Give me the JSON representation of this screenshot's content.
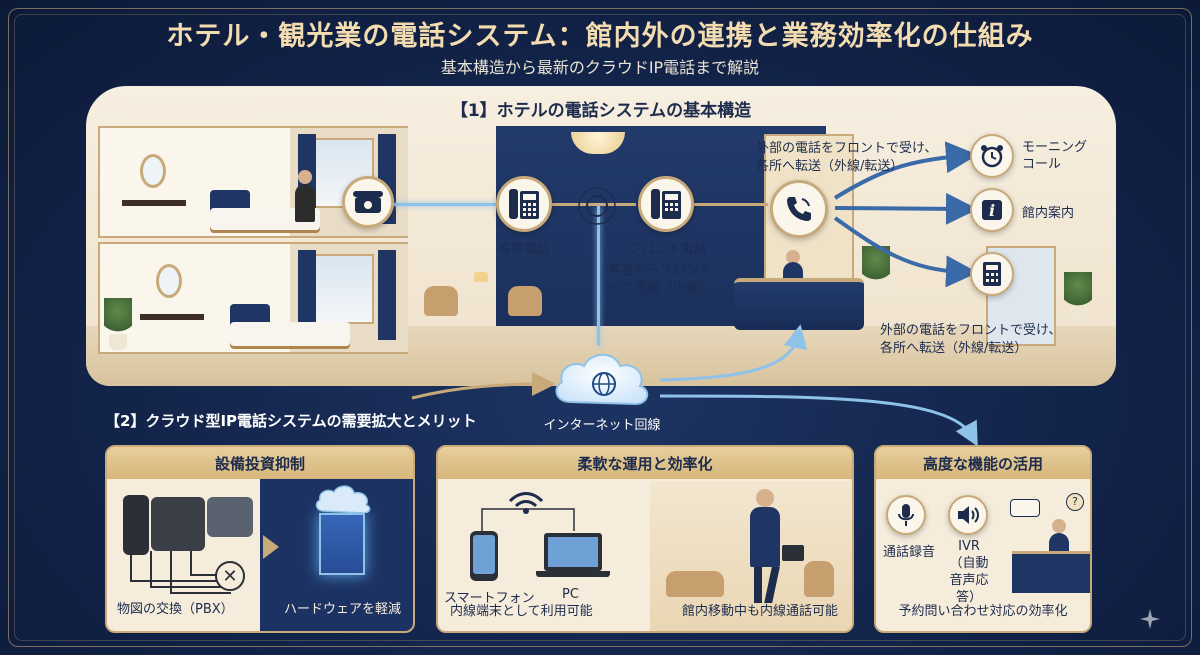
{
  "header": {
    "title": "ホテル・観光業の電話システム：館内外の連携と業務効率化の仕組み",
    "subtitle": "基本構造から最新のクラウドIP電話まで解説"
  },
  "section1": {
    "heading": "【1】ホテルの電話システムの基本構造",
    "room_phone_label": "客室電話",
    "front_phone_label": "フロント電話",
    "internal_note": "客室からフロント\nへの連絡（内線）",
    "external_note_top": "外部の電話をフロントで受け、\n各所へ転送（外線/転送）",
    "external_note_bottom": "外部の電話をフロントで受け、\n各所へ転送（外線/転送）",
    "branches": [
      {
        "label": "モーニング\nコール",
        "icon": "alarm-clock-icon"
      },
      {
        "label": "館内案内",
        "icon": "info-icon"
      },
      {
        "label": "",
        "icon": "keypad-terminal-icon"
      }
    ]
  },
  "network": {
    "cloud_label": "インターネット回線"
  },
  "section2": {
    "heading": "【2】クラウド型IP電話システムの需要拡大とメリット",
    "cards": [
      {
        "title": "設備投資抑制",
        "left_caption": "物図の交換（PBX）",
        "right_caption": "ハードウェアを軽減"
      },
      {
        "title": "柔軟な運用と効率化",
        "device_smartphone": "スマートフォン",
        "device_pc": "PC",
        "caption_left": "内線端末として利用可能",
        "caption_right": "館内移動中も内線通話可能"
      },
      {
        "title": "高度な機能の活用",
        "feature_recording": "通話録音",
        "feature_ivr": "IVR\n（自動\n音声応答）",
        "caption": "予約問い合わせ対応の効率化"
      }
    ]
  },
  "colors": {
    "background": "#13244a",
    "gold": "#c8a97a",
    "cream": "#f5ecdc",
    "navy": "#1d2c4d",
    "link_blue": "#8fc2e8"
  }
}
